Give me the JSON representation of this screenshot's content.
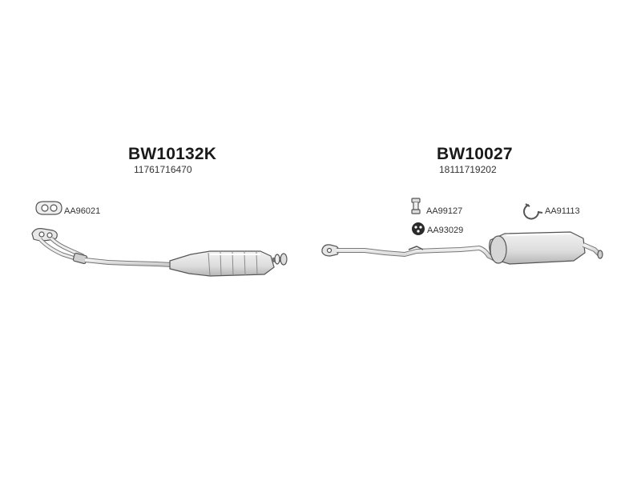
{
  "groups": [
    {
      "part_number": "BW10132K",
      "oe_number": "11761716470",
      "accessories": [
        {
          "code": "AA96021",
          "icon": "gasket-icon"
        }
      ]
    },
    {
      "part_number": "BW10027",
      "oe_number": "18111719202",
      "accessories": [
        {
          "code": "AA99127",
          "icon": "hanger-icon"
        },
        {
          "code": "AA93029",
          "icon": "rubber-mount-icon"
        },
        {
          "code": "AA91113",
          "icon": "clamp-ring-icon"
        }
      ]
    }
  ],
  "colors": {
    "line": "#555555",
    "fill": "#e6e6e6",
    "shade": "#bcbcbc"
  }
}
